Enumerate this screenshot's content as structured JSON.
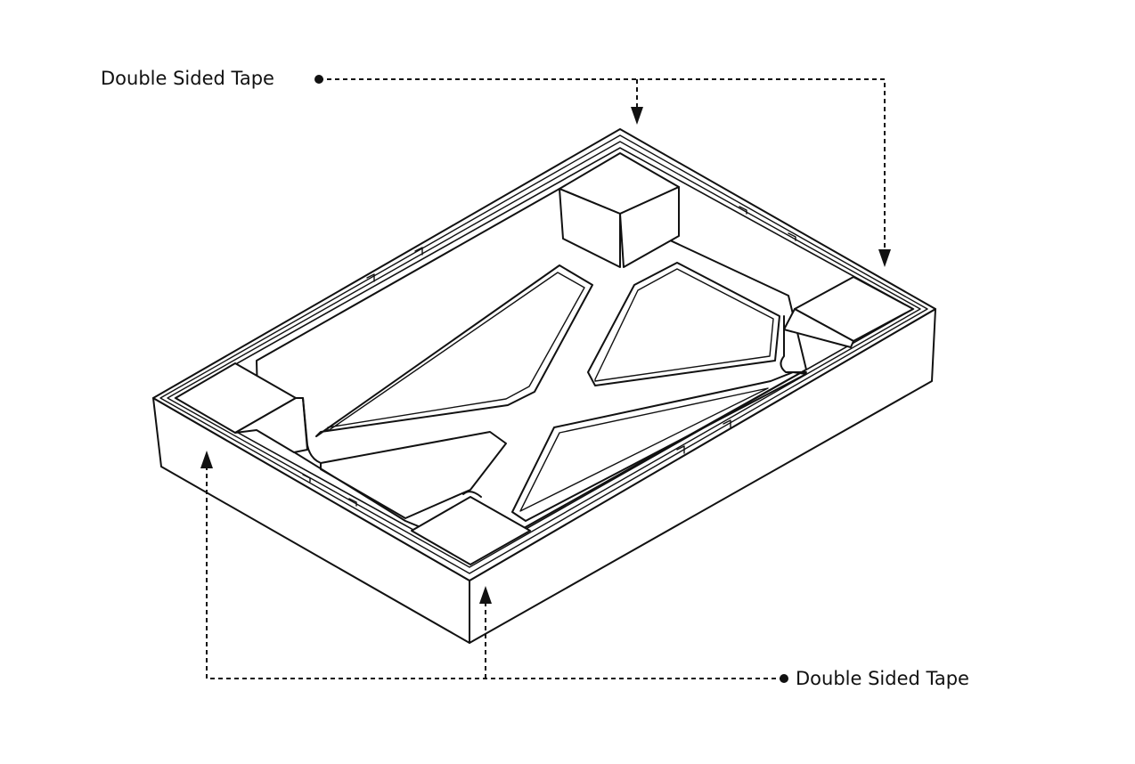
{
  "diagram": {
    "callouts": [
      {
        "id": "top",
        "label": "Double Sided Tape"
      },
      {
        "id": "bottom",
        "label": "Double Sided Tape"
      }
    ],
    "colors": {
      "line": "#111111",
      "background": "#ffffff"
    }
  }
}
